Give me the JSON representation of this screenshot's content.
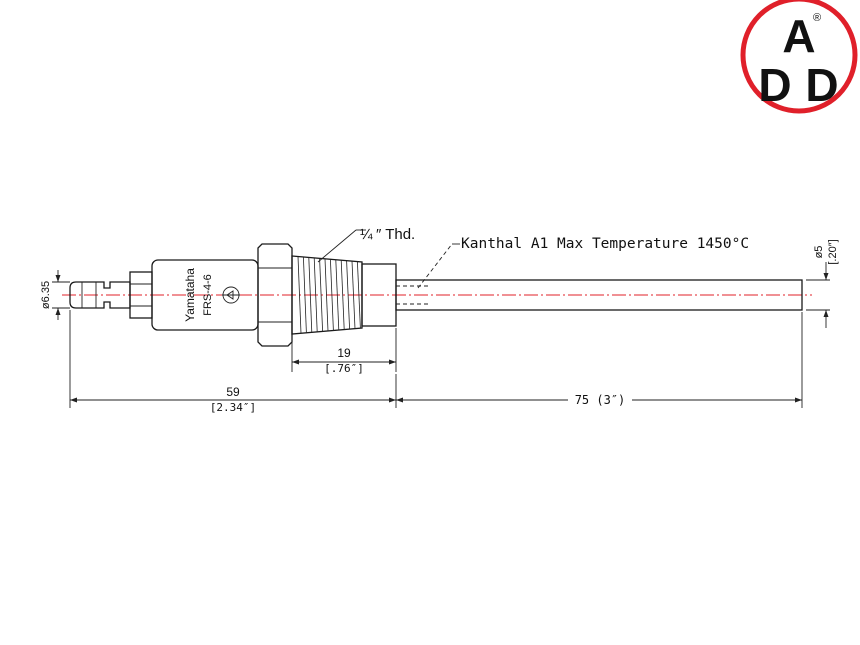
{
  "logo": {
    "letters": [
      "A",
      "D",
      "D"
    ],
    "registered_mark": "®",
    "ring_color": "#e0202a"
  },
  "product": {
    "brand_text": "Yamataha",
    "model_text": "FRS-4-6"
  },
  "annotations": {
    "thread_fraction": "¼",
    "thread_suffix": "″ Thd.",
    "element_note": "Kanthal A1 Max Temperature 1450°C"
  },
  "dimensions": {
    "connector_dia": "ø6.35",
    "sheath_dia_mm": "ø5",
    "sheath_dia_in": "[.20″]",
    "thread_len_mm": "19",
    "thread_len_in": "[.76″]",
    "body_len_mm": "59",
    "body_len_in": "[2.34″]",
    "sheath_len": "75 (3″)"
  },
  "colors": {
    "centerline": "#e0202a",
    "line": "#1a1a1a"
  }
}
